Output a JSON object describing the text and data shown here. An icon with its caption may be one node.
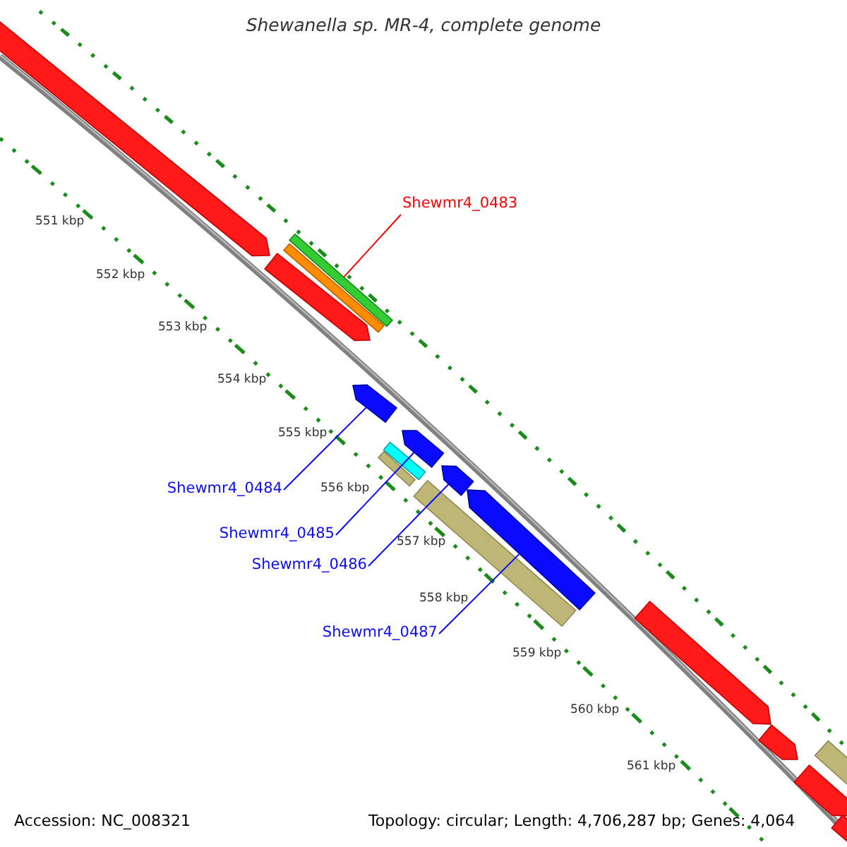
{
  "diagram": {
    "title": "Shewanella sp. MR-4, complete genome",
    "nodes": [
      {
        "text": [
          "Shewmr4_0483"
        ]
      },
      {
        "text": [],
        "shape": "bar"
      },
      {
        "text": [
          "Shewmr4_0484"
        ]
      },
      {
        "text": [],
        "shape": "arrow"
      },
      {
        "text": [
          "Shewmr4_0485"
        ]
      },
      {
        "text": [],
        "shape": "arrow"
      },
      {
        "text": [
          "Shewmr4_0486"
        ]
      },
      {
        "text": [],
        "shape": "arrow"
      },
      {
        "text": [
          "Shewmr4_0487"
        ]
      },
      {
        "text": [],
        "shape": "arrow"
      },
      {
        "text": [],
        "shape": "arrow"
      },
      {
        "text": [],
        "shape": "arrow"
      },
      {
        "text": [],
        "shape": "bar"
      },
      {
        "text": [],
        "shape": "bar"
      },
      {
        "text": [],
        "shape": "bar"
      },
      {
        "text": [],
        "shape": "bar"
      },
      {
        "text": [],
        "shape": "arrow"
      },
      {
        "text": [],
        "shape": "arrow"
      },
      {
        "text": [],
        "shape": "arrow"
      },
      {
        "text": [],
        "shape": "bar"
      },
      {
        "text": [],
        "shape": "arrow"
      }
    ],
    "edges": [
      {
        "from": 0,
        "to": 1,
        "arrow": "none",
        "color": "#ff0000"
      },
      {
        "from": 2,
        "to": 3,
        "arrow": "none"
      },
      {
        "from": 4,
        "to": 5,
        "arrow": "none"
      },
      {
        "from": 6,
        "to": 7,
        "arrow": "none"
      },
      {
        "from": 8,
        "to": 9,
        "arrow": "none"
      }
    ],
    "labels": [
      "551 kbp",
      "552 kbp",
      "553 kbp",
      "554 kbp",
      "555 kbp",
      "556 kbp",
      "557 kbp",
      "558 kbp",
      "559 kbp",
      "560 kbp",
      "561 kbp",
      "Accession: NC_008321",
      "Topology: circular; Length: 4,706,287 bp; Genes: 4,064"
    ]
  }
}
